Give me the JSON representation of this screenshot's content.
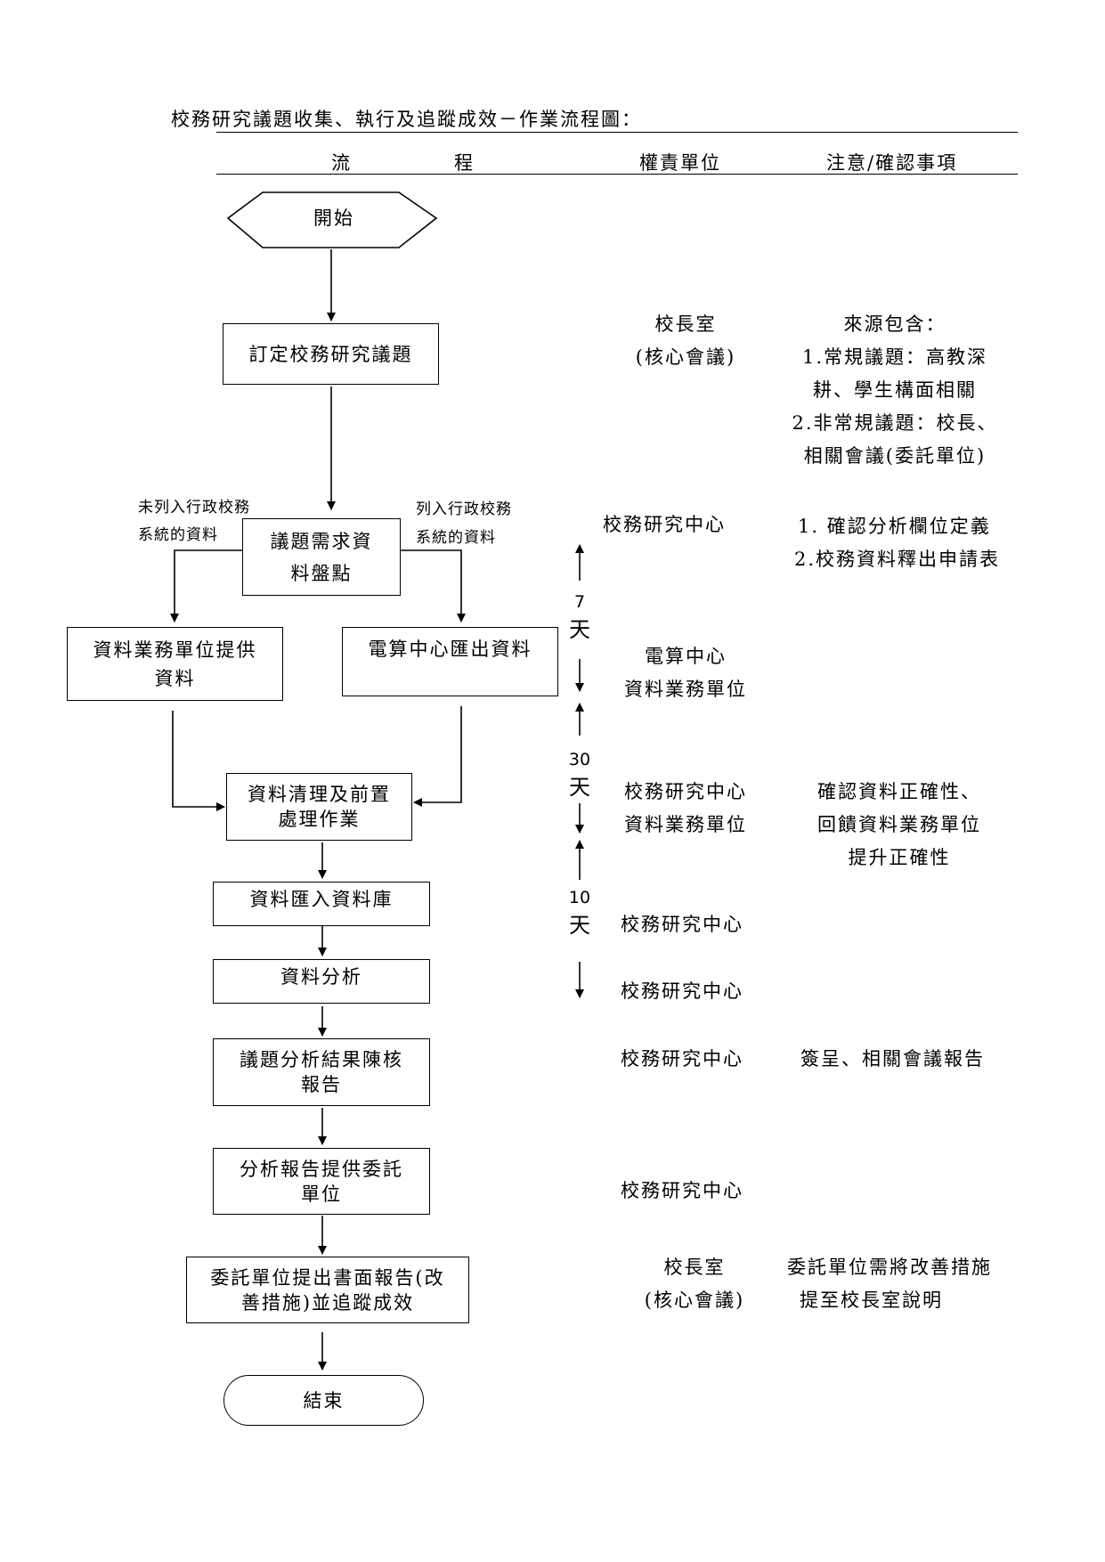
{
  "title": "校務研究議題收集、執行及追蹤成效－作業流程圖：",
  "header": {
    "col_flow_1": "流",
    "col_flow_2": "程",
    "col_unit": "權責單位",
    "col_note": "注意/確認事項"
  },
  "nodes": {
    "start": "開始",
    "define_topic": "訂定校務研究議題",
    "inventory_1": "議題需求資",
    "inventory_2": "料盤點",
    "business_supply_1": "資料業務單位提供",
    "business_supply_2": "資料",
    "cc_export": "電算中心匯出資料",
    "cleaning_1": "資料清理及前置",
    "cleaning_2": "處理作業",
    "import_db": "資料匯入資料庫",
    "analysis": "資料分析",
    "report_1": "議題分析結果陳核",
    "report_2": "報告",
    "deliver_1": "分析報告提供委託",
    "deliver_2": "單位",
    "written_1": "委託單位提出書面報告(改",
    "written_2": "善措施)並追蹤成效",
    "end": "結束"
  },
  "branch_labels": {
    "left_1": "未列入行政校務",
    "left_2": "系統的資料",
    "right_1": "列入行政校務",
    "right_2": "系統的資料"
  },
  "units": {
    "u1_1": "校長室",
    "u1_2": "(核心會議)",
    "u2": "校務研究中心",
    "u3_1": "電算中心",
    "u3_2": "資料業務單位",
    "u4_1": "校務研究中心",
    "u4_2": "資料業務單位",
    "u5": "校務研究中心",
    "u6": "校務研究中心",
    "u7": "校務研究中心",
    "u8": "校務研究中心",
    "u9_1": "校長室",
    "u9_2": "(核心會議)"
  },
  "notes": {
    "n1_0": "來源包含：",
    "n1_1": "1.常規議題：高教深",
    "n1_2": "耕、學生構面相關",
    "n1_3": "2.非常規議題：校長、",
    "n1_4": "相關會議(委託單位)",
    "n2_1": "1. 確認分析欄位定義",
    "n2_2": "2.校務資料釋出申請表",
    "n3_1": "確認資料正確性、",
    "n3_2": "回饋資料業務單位",
    "n3_3": "提升正確性",
    "n4": "簽呈、相關會議報告",
    "n5_1": "委託單位需將改善措施",
    "n5_2": "提至校長室說明"
  },
  "durations": {
    "d1_num": "7",
    "d2_num": "30",
    "d3_num": "10",
    "day_unit": "天"
  }
}
